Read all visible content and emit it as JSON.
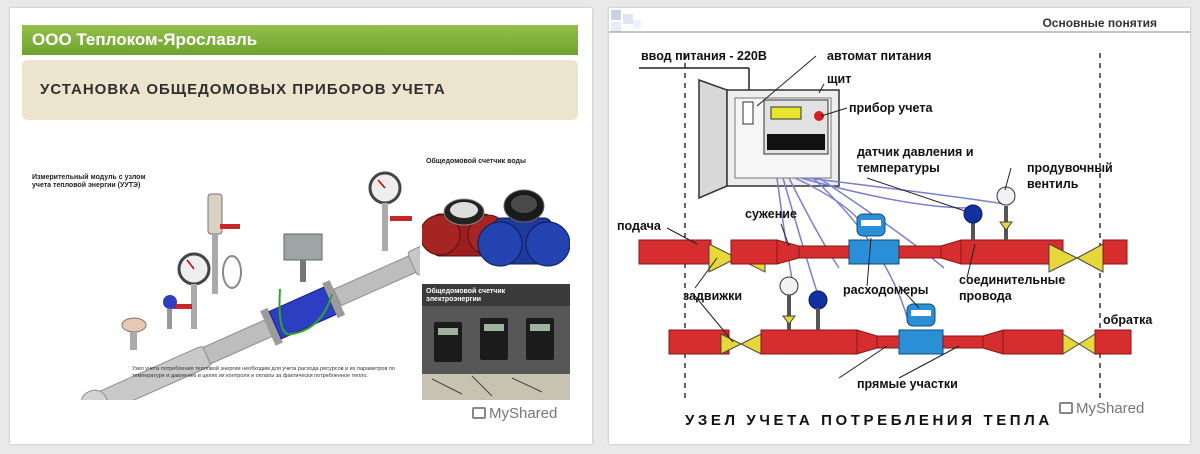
{
  "slide1": {
    "company": "ООО Теплоком-Ярославль",
    "title": "УСТАНОВКА ОБЩЕДОМОВЫХ ПРИБОРОВ УЧЕТА",
    "module_label": "Измерительный модуль с узлом учета тепловой энергии (УУТЭ)",
    "water_meter_label": "Общедомовой счетчик воды",
    "electric_meter_label": "Общедомовой счетчик электроэнергии",
    "caption": "Узел учета потребления тепловой энергии необходим для учета расхода ресурсов и их параметров по температуре и давлению в целях их контроля и оплаты за фактически потребленное тепло.",
    "watermark": "MyShared"
  },
  "slide2": {
    "header": "Основные понятия",
    "labels": {
      "power_input": "ввод питания - 220В",
      "breaker": "автомат питания",
      "panel": "щит",
      "meter": "прибор учета",
      "sensor": "датчик давления и температуры",
      "purge_valve": "продувочный вентиль",
      "supply": "подача",
      "narrowing": "сужение",
      "flowmeters": "расходомеры",
      "wires": "соединительные провода",
      "valves": "задвижки",
      "return": "обратка",
      "straight": "прямые участки"
    },
    "footer": "УЗЕЛ УЧЕТА ПОТРЕБЛЕНИЯ ТЕПЛА",
    "watermark": "MyShared"
  }
}
